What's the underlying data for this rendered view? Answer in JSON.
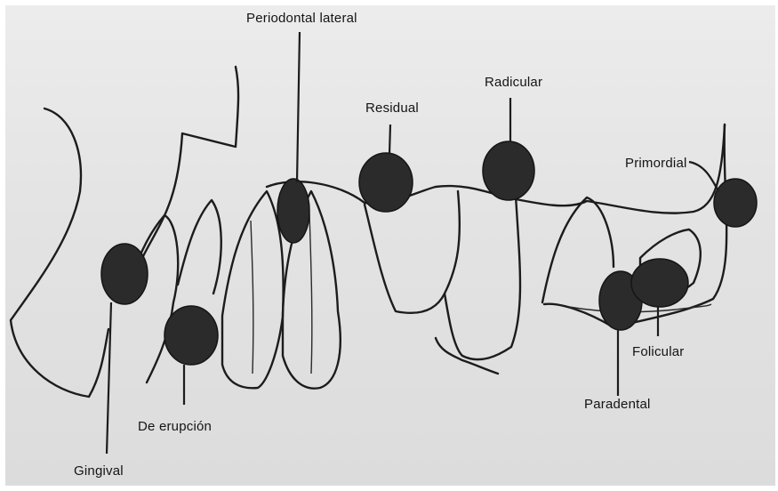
{
  "labels": {
    "periodontal_lateral": "Periodontal lateral",
    "residual": "Residual",
    "radicular": "Radicular",
    "primordial": "Primordial",
    "folicular": "Folicular",
    "paradental": "Paradental",
    "de_erupcion": "De erupción",
    "gingival": "Gingival"
  },
  "colors": {
    "ink": "#1c1c1c",
    "cyst_fill": "#2b2b2b",
    "paper": "#e6e6e6"
  }
}
